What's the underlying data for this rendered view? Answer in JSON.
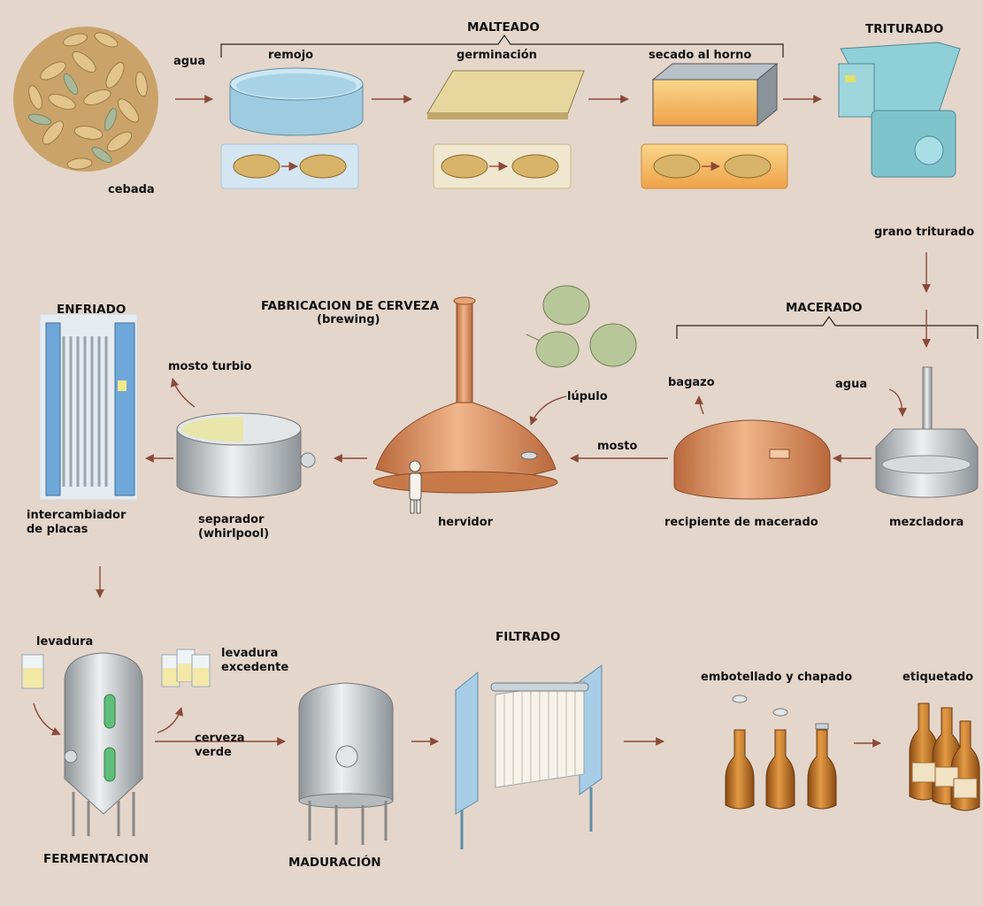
{
  "sections": {
    "malteado": "MALTEADO",
    "triturado": "TRITURADO",
    "macerado": "MACERADO",
    "enfriado": "ENFRIADO",
    "fabricacion": "FABRICACION DE CERVEZA",
    "brewing": "(brewing)",
    "filtrado": "FILTRADO",
    "fermentacion": "FERMENTACION",
    "maduracion": "MADURACIÓN"
  },
  "labels": {
    "agua_top": "agua",
    "remojo": "remojo",
    "germinacion": "germinación",
    "secado": "secado al horno",
    "cebada": "cebada",
    "grano": "grano triturado",
    "agua_mid": "agua",
    "bagazo": "bagazo",
    "mosto": "mosto",
    "lupulo": "lúpulo",
    "mosto_turbio": "mosto turbio",
    "intercambiador": "intercambiador\nde placas",
    "separador": "separador\n(whirlpool)",
    "hervidor": "hervidor",
    "recipiente": "recipiente de macerado",
    "mezcladora": "mezcladora",
    "levadura": "levadura",
    "levadura_exc": "levadura\nexcedente",
    "cerveza_verde": "cerveza\nverde",
    "embotellado": "embotellado y chapado",
    "etiquetado": "etiquetado"
  },
  "colors": {
    "background": "#e4d6cb",
    "arrow": "#8a4a3a",
    "copper": "#d0895a",
    "steel": "#b9bec3",
    "machine_blue": "#8fcfd8",
    "bottle": "#b86a22"
  }
}
